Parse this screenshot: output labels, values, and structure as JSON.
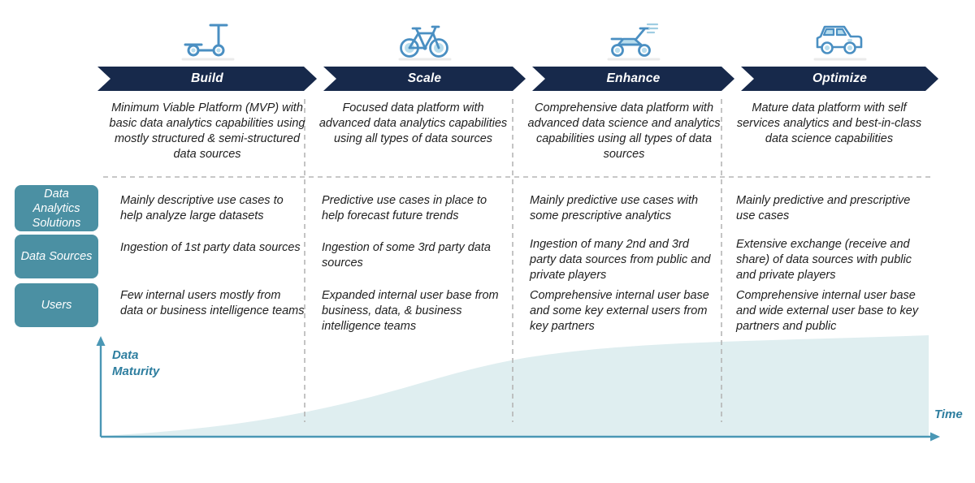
{
  "stages": [
    {
      "name": "Build",
      "icon": "scooter-icon",
      "description": "Minimum Viable Platform (MVP) with basic data analytics capabilities using mostly structured & semi-structured data sources",
      "data_analytics_solutions": "Mainly descriptive use cases to help analyze large datasets",
      "data_sources": "Ingestion of 1st party data sources",
      "users": "Few internal users mostly from data or business intelligence teams"
    },
    {
      "name": "Scale",
      "icon": "bicycle-icon",
      "description": "Focused data platform with advanced data analytics capabilities using all types of data sources",
      "data_analytics_solutions": "Predictive use cases in place to help forecast future trends",
      "data_sources": "Ingestion of some 3rd party data sources",
      "users": "Expanded internal user base from business, data, & business intelligence teams"
    },
    {
      "name": "Enhance",
      "icon": "motorcycle-icon",
      "description": "Comprehensive data platform with advanced data science and analytics capabilities using all types of data sources",
      "data_analytics_solutions": "Mainly predictive use cases with some prescriptive analytics",
      "data_sources": "Ingestion of many 2nd and 3rd party data sources from public and private players",
      "users": "Comprehensive internal user base and some key external users from key partners"
    },
    {
      "name": "Optimize",
      "icon": "car-icon",
      "description": "Mature data platform with self services analytics and best-in-class data science capabilities",
      "data_analytics_solutions": "Mainly predictive and prescriptive use cases",
      "data_sources": "Extensive exchange (receive and share) of data sources with public and private players",
      "users": "Comprehensive internal user base and wide external user base to key partners and public"
    }
  ],
  "row_labels": [
    {
      "label": "Data Analytics Solutions"
    },
    {
      "label": "Data Sources"
    },
    {
      "label": "Users"
    }
  ],
  "maturity_chart": {
    "type": "area",
    "y_axis_label": "Data Maturity",
    "x_axis_label": "Time",
    "curve": "monotonically increasing S-curve: near zero in Build, rising through Scale, plateauing high through Enhance and Optimize"
  },
  "colors": {
    "banner_navy": "#17294b",
    "label_teal": "#4b90a3",
    "axis_teal": "#4a97b5",
    "chart_label_teal": "#2e7e9f",
    "area_fill": "#dfeef0",
    "icon_blue": "#4a8fc2",
    "icon_light_blue": "#b8dded",
    "dashed_gray": "#b5b5b5",
    "body_text": "#212121"
  }
}
